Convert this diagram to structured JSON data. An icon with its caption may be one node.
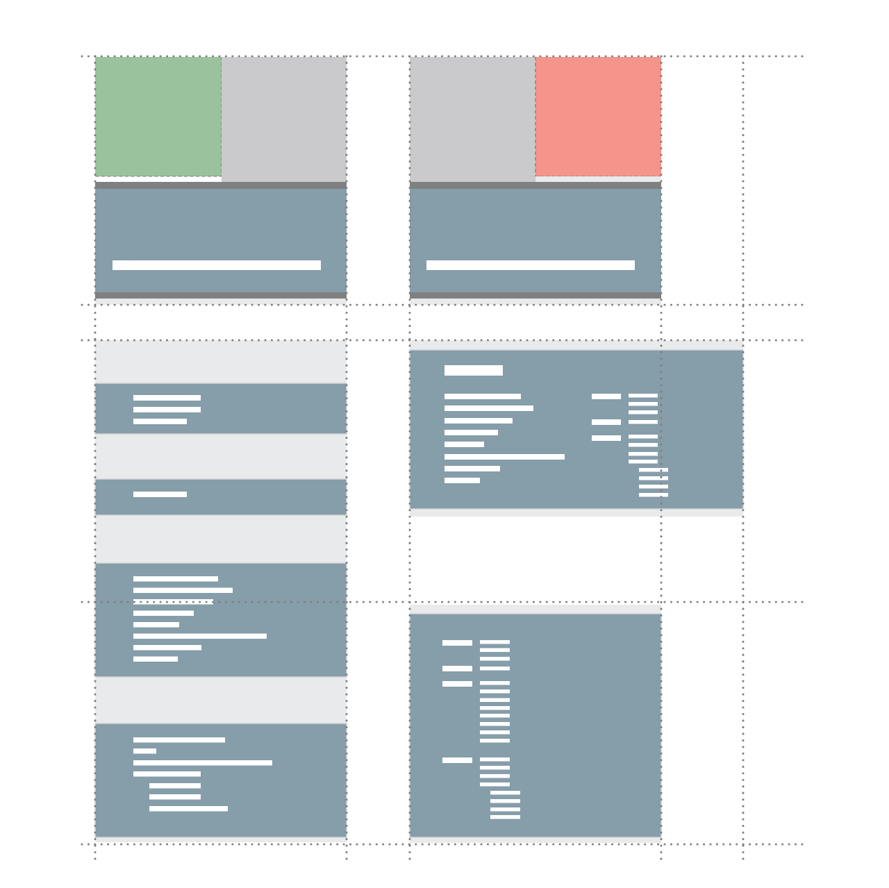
{
  "diagram": {
    "nodes": [
      {
        "text": [],
        "shape": "box"
      },
      {
        "text": [],
        "shape": "box"
      },
      {
        "text": [],
        "shape": "box"
      },
      {
        "text": [],
        "shape": "box"
      },
      {
        "text": [],
        "shape": "box"
      },
      {
        "text": [],
        "shape": "box"
      },
      {
        "text": [],
        "shape": "box"
      },
      {
        "text": [],
        "shape": "box",
        "in": 6
      },
      {
        "text": [],
        "shape": "box",
        "in": 6
      },
      {
        "text": [],
        "shape": "box",
        "in": 6
      },
      {
        "text": [],
        "shape": "box",
        "in": 6
      },
      {
        "text": [],
        "shape": "box"
      },
      {
        "text": [],
        "shape": "box",
        "in": 11
      },
      {
        "text": [],
        "shape": "box"
      },
      {
        "text": [],
        "shape": "box",
        "in": 13
      }
    ]
  }
}
